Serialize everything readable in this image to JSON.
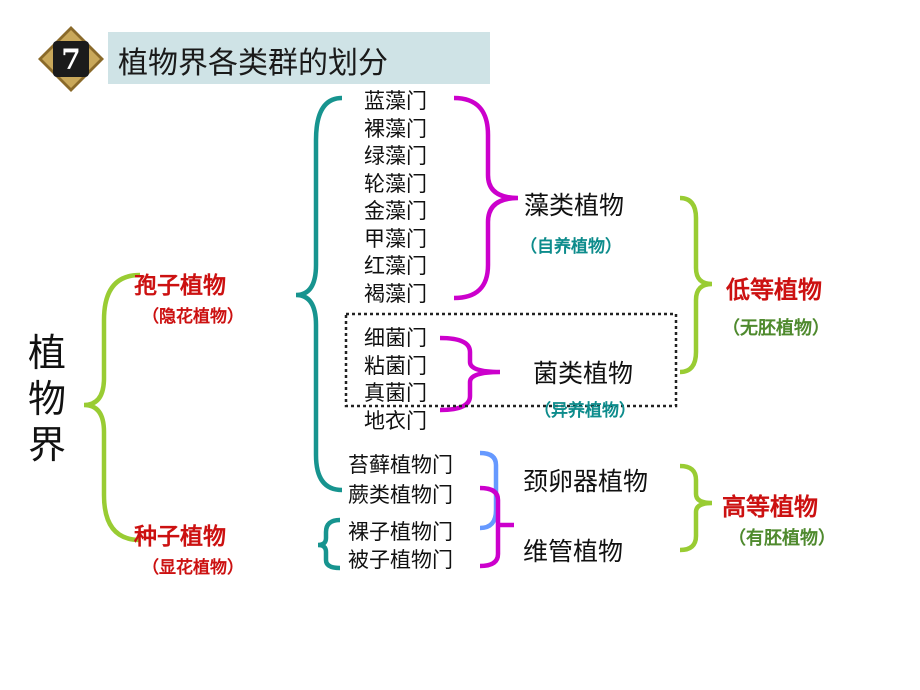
{
  "badge": {
    "number": "7"
  },
  "title": "植物界各类群的划分",
  "kingdom": "植物界",
  "spore_plants": {
    "label": "孢子植物",
    "note": "（隐花植物）"
  },
  "seed_plants": {
    "label": "种子植物",
    "note": "（显花植物）"
  },
  "algae_phyla": [
    "蓝藻门",
    "裸藻门",
    "绿藻门",
    "轮藻门",
    "金藻门",
    "甲藻门",
    "红藻门",
    "褐藻门"
  ],
  "fungi_phyla": [
    "细菌门",
    "粘菌门",
    "真菌门"
  ],
  "lichen": "地衣门",
  "bryo_fern": [
    "苔藓植物门",
    "蕨类植物门"
  ],
  "seed_phyla": [
    "裸子植物门",
    "被子植物门"
  ],
  "algae": {
    "label": "藻类植物",
    "note": "（自养植物）"
  },
  "fungi": {
    "label": "菌类植物",
    "note": "（异养植物）"
  },
  "archegoniatae": "颈卵器植物",
  "vascular": "维管植物",
  "lower_plants": {
    "label": "低等植物",
    "note": "（无胚植物）"
  },
  "higher_plants": {
    "label": "高等植物",
    "note": "（有胚植物）"
  },
  "colors": {
    "lime": "#99cc33",
    "teal": "#17948f",
    "magenta": "#cc00cc",
    "blue": "#6699ff",
    "red": "#cc1111"
  }
}
